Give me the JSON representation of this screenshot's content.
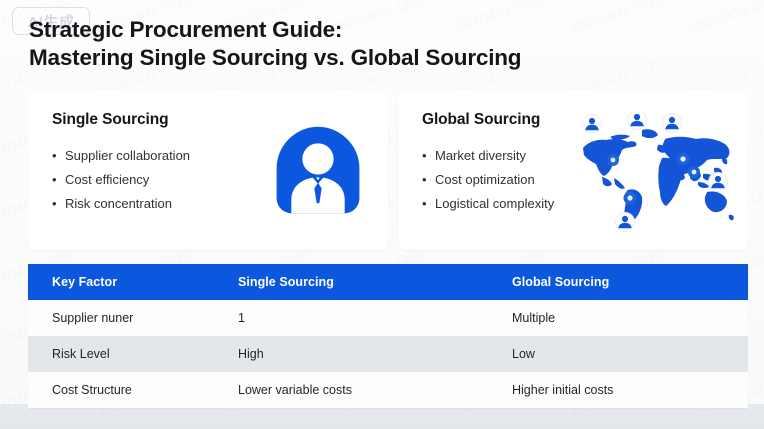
{
  "watermark": {
    "badge_label": "AI生成",
    "tile_text": "2026/04/24 13:32"
  },
  "title": {
    "line1": "Strategic Procurement Guide:",
    "line2": "Mastering Single Sourcing vs. Global Sourcing"
  },
  "cards": [
    {
      "heading": "Single Sourcing",
      "bullets": [
        "Supplier collaboration",
        "Cost efficiency",
        "Risk concentration"
      ],
      "icon": "person-avatar-icon"
    },
    {
      "heading": "Global Sourcing",
      "bullets": [
        "Market diversity",
        "Cost optimization",
        "Logistical complexity"
      ],
      "icon": "world-map-icon"
    }
  ],
  "table": {
    "headers": [
      "Key Factor",
      "Single Sourcing",
      "Global Sourcing"
    ],
    "rows": [
      [
        "Supplier nuner",
        "1",
        "Multiple"
      ],
      [
        "Risk Level",
        "High",
        "Low"
      ],
      [
        "Cost Structure",
        "Lower variable costs",
        "Higher initial costs"
      ]
    ]
  },
  "colors": {
    "accent_blue": "#0b58de",
    "title_text": "#14161a",
    "body_text": "#2e3238",
    "row_even": "#e3e7eb",
    "row_odd": "#fdfdfd",
    "page_bg": "#e9edf0"
  }
}
